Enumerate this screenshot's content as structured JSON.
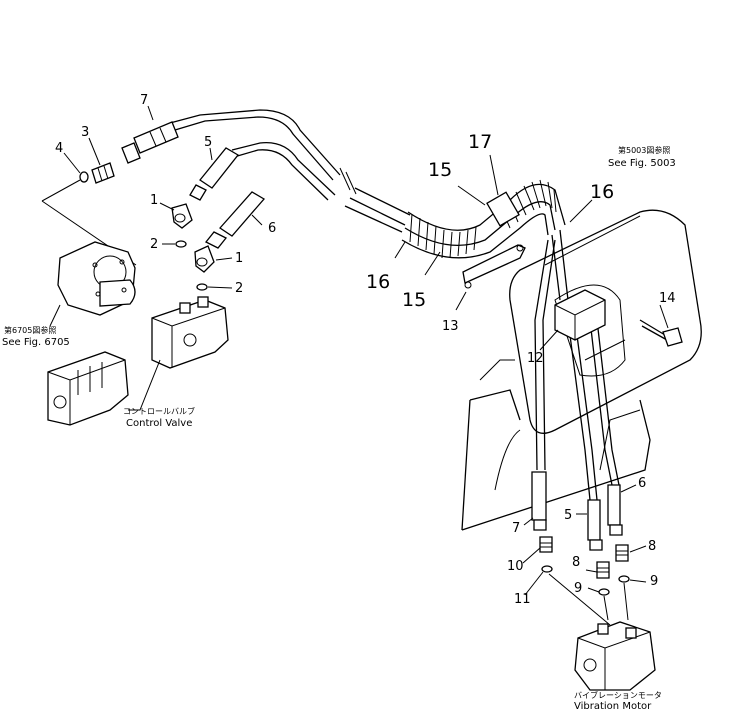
{
  "callouts": [
    {
      "id": "c7a",
      "text": "7"
    },
    {
      "id": "c3a",
      "text": "3"
    },
    {
      "id": "c4a",
      "text": "4"
    },
    {
      "id": "c5a",
      "text": "5"
    },
    {
      "id": "c1a",
      "text": "1"
    },
    {
      "id": "c2a",
      "text": "2"
    },
    {
      "id": "c6a",
      "text": "6"
    },
    {
      "id": "c1b",
      "text": "1"
    },
    {
      "id": "c2b",
      "text": "2"
    },
    {
      "id": "c15a",
      "text": "15"
    },
    {
      "id": "c17",
      "text": "17"
    },
    {
      "id": "c16a",
      "text": "16"
    },
    {
      "id": "c16b",
      "text": "16"
    },
    {
      "id": "c15b",
      "text": "15"
    },
    {
      "id": "c13",
      "text": "13"
    },
    {
      "id": "c14",
      "text": "14"
    },
    {
      "id": "c12",
      "text": "12"
    },
    {
      "id": "c7b",
      "text": "7"
    },
    {
      "id": "c5b",
      "text": "5"
    },
    {
      "id": "c6b",
      "text": "6"
    },
    {
      "id": "c10",
      "text": "10"
    },
    {
      "id": "c8a",
      "text": "8"
    },
    {
      "id": "c8b",
      "text": "8"
    },
    {
      "id": "c11",
      "text": "11"
    },
    {
      "id": "c9a",
      "text": "9"
    },
    {
      "id": "c9b",
      "text": "9"
    }
  ],
  "references": {
    "fig5003_jp": "第5003図参照",
    "fig5003_en": "See Fig. 5003",
    "fig6705_jp": "第6705図参照",
    "fig6705_en": "See Fig. 6705"
  },
  "components": {
    "control_valve_jp": "コントロールバルブ",
    "control_valve_en": "Control Valve",
    "vibration_motor_jp": "バイブレーションモータ",
    "vibration_motor_en": "Vibration Motor"
  }
}
